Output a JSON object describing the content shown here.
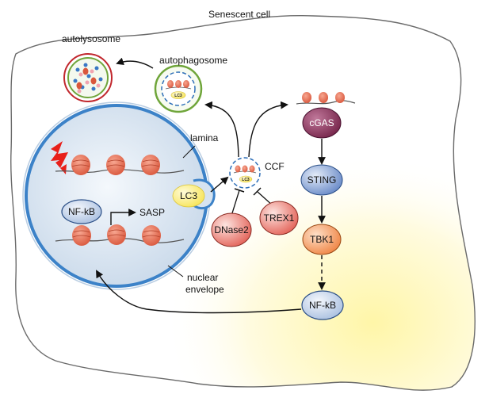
{
  "title": "Senescent cell",
  "labels": {
    "autolysosome": "autolysosome",
    "autophagosome": "autophagosome",
    "lamina": "lamina",
    "ccf": "CCF",
    "sasp": "SASP",
    "nuclear_envelope_1": "nuclear",
    "nuclear_envelope_2": "envelope"
  },
  "nodes": {
    "nfkb_nucleus": "NF-kB",
    "lc3_nucleus": "LC3",
    "lc3_autophagosome": "LC3",
    "lc3_ccf": "LC3",
    "dnase2": "DNase2",
    "trex1": "TREX1",
    "cgas": "cGAS",
    "sting": "STING",
    "tbk1": "TBK1",
    "nfkb_cyto": "NF-kB"
  },
  "colors": {
    "nucleus_fill": "#d6e3f0",
    "nucleus_border": "#3c82c8",
    "nucleosome": "#e8745a",
    "cgas": "#7a2248",
    "sting": "#5b7fc2",
    "tbk1": "#f08a4a",
    "red_node": "#e0554a",
    "yellow_glow": "#fff6a8",
    "lightning": "#e8201a"
  }
}
